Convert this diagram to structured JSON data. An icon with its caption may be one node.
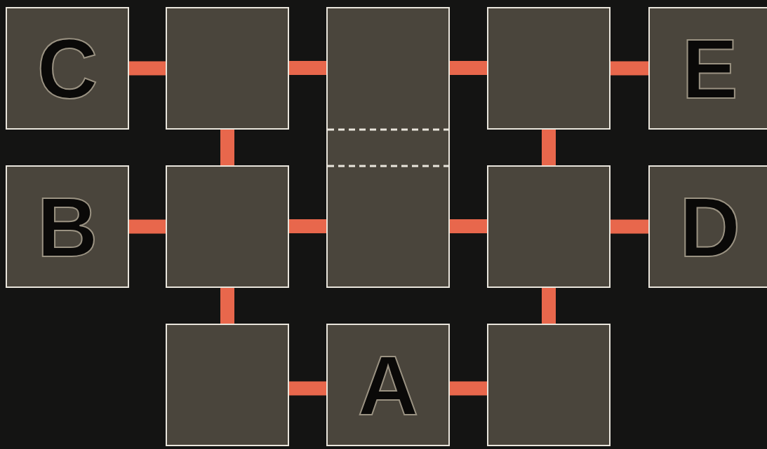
{
  "diagram": {
    "nodes": [
      {
        "text": [
          "C"
        ]
      },
      {
        "text": [],
        "shape": "box"
      },
      {
        "text": [],
        "shape": "box"
      },
      {
        "text": [],
        "shape": "box"
      },
      {
        "text": [
          "E"
        ]
      },
      {
        "text": [
          "B"
        ]
      },
      {
        "text": [],
        "shape": "box"
      },
      {
        "text": [],
        "shape": "box"
      },
      {
        "text": [
          "D"
        ]
      },
      {
        "text": [],
        "shape": "box"
      },
      {
        "text": [
          "A"
        ]
      },
      {
        "text": [],
        "shape": "box"
      }
    ],
    "edges": [
      {
        "from": 0,
        "to": 1,
        "arrow": "none"
      },
      {
        "from": 1,
        "to": 2,
        "arrow": "none"
      },
      {
        "from": 2,
        "to": 3,
        "arrow": "none"
      },
      {
        "from": 3,
        "to": 4,
        "arrow": "none"
      },
      {
        "from": 1,
        "to": 6,
        "arrow": "none"
      },
      {
        "from": 3,
        "to": 7,
        "arrow": "none"
      },
      {
        "from": 5,
        "to": 6,
        "arrow": "none"
      },
      {
        "from": 6,
        "to": 2,
        "arrow": "none"
      },
      {
        "from": 2,
        "to": 7,
        "arrow": "none"
      },
      {
        "from": 7,
        "to": 8,
        "arrow": "none"
      },
      {
        "from": 6,
        "to": 9,
        "arrow": "none"
      },
      {
        "from": 7,
        "to": 11,
        "arrow": "none"
      },
      {
        "from": 9,
        "to": 10,
        "arrow": "none"
      },
      {
        "from": 10,
        "to": 11,
        "arrow": "none"
      }
    ]
  }
}
